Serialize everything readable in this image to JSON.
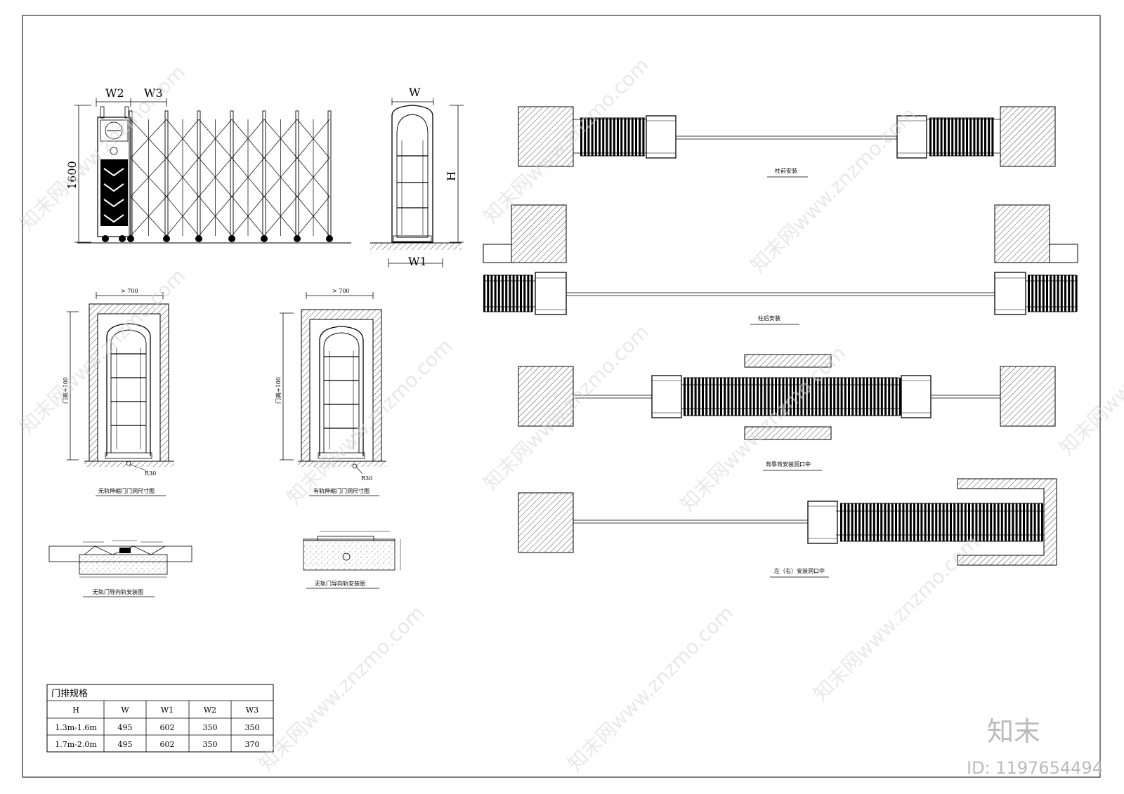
{
  "dims": {
    "w2": "W2",
    "w3": "W3",
    "height_1600": "1600",
    "w": "W",
    "h": "H",
    "w1": "W1",
    "gt700_a": "> 700",
    "gt700_b": "> 700",
    "door_h_a": "门高+100",
    "door_h_b": "门高+100",
    "r30_a": "R30",
    "r30_b": "R30"
  },
  "captions": {
    "trackless_opening": "无轨伸缩门门洞尺寸图",
    "tracked_opening": "有轨伸缩门门洞尺寸图",
    "trackless_guide": "无轨门导向轨安装图",
    "tracked_guide": "无轨门导向轨安装图",
    "pillar_front": "柱前安装",
    "pillar_back": "柱后安装",
    "back_to_back": "背靠背安装洞口中",
    "left_right": "左（右）安装洞口中"
  },
  "table": {
    "title": "门排规格",
    "headers": [
      "H",
      "W",
      "W1",
      "W2",
      "W3"
    ],
    "rows": [
      [
        "1.3m-1.6m",
        "495",
        "602",
        "350",
        "350"
      ],
      [
        "1.7m-2.0m",
        "495",
        "602",
        "350",
        "370"
      ]
    ]
  },
  "brand": {
    "logo": "知末",
    "id": "ID: 1197654494"
  },
  "watermark": "知末网www.znzmo.com"
}
